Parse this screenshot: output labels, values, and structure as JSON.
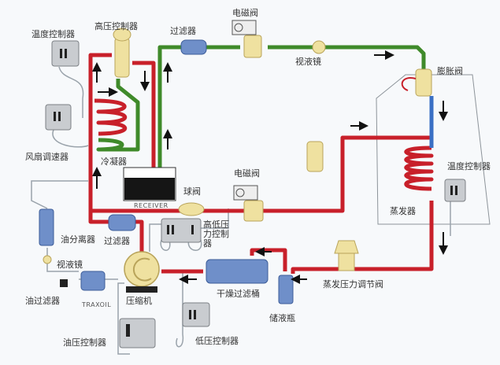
{
  "colors": {
    "hot_gas_pipe": "#c8202a",
    "liquid_pipe": "#3f8a2a",
    "cold_pipe": "#3a6fc4",
    "control_line": "#9aa3ab",
    "component_blue": "#6f8fc9",
    "valve_brass": "#efe1a0",
    "controller_grey": "#c9ccd0"
  },
  "labels": {
    "temp_controller_left": "温度控制器",
    "high_pressure_controller": "高压控制器",
    "filter_top": "过滤器",
    "solenoid_valve_top": "电磁阀",
    "sight_glass_top": "视液镜",
    "expansion_valve": "膨胀阀",
    "fan_speed_controller": "风扇调速器",
    "condenser": "冷凝器",
    "receiver": "RECEIVER",
    "ball_valve": "球阀",
    "solenoid_valve_mid": "电磁阀",
    "temp_controller_right": "温度控制器",
    "evaporator": "蒸发器",
    "high_low_pressure_controller": "高低压力控制器",
    "oil_separator": "油分离器",
    "filter_bottom": "过滤器",
    "sight_glass_oil": "视液镜",
    "oil_filter": "油过滤器",
    "traxoil": "TRAXOIL",
    "compressor": "压缩机",
    "drier_filter": "干燥过滤桶",
    "liquid_receiver_bottle": "储液瓶",
    "evaporator_pressure_regulator": "蒸发压力调节阀",
    "oil_pressure_controller": "油压控制器",
    "low_pressure_controller": "低压控制器"
  }
}
